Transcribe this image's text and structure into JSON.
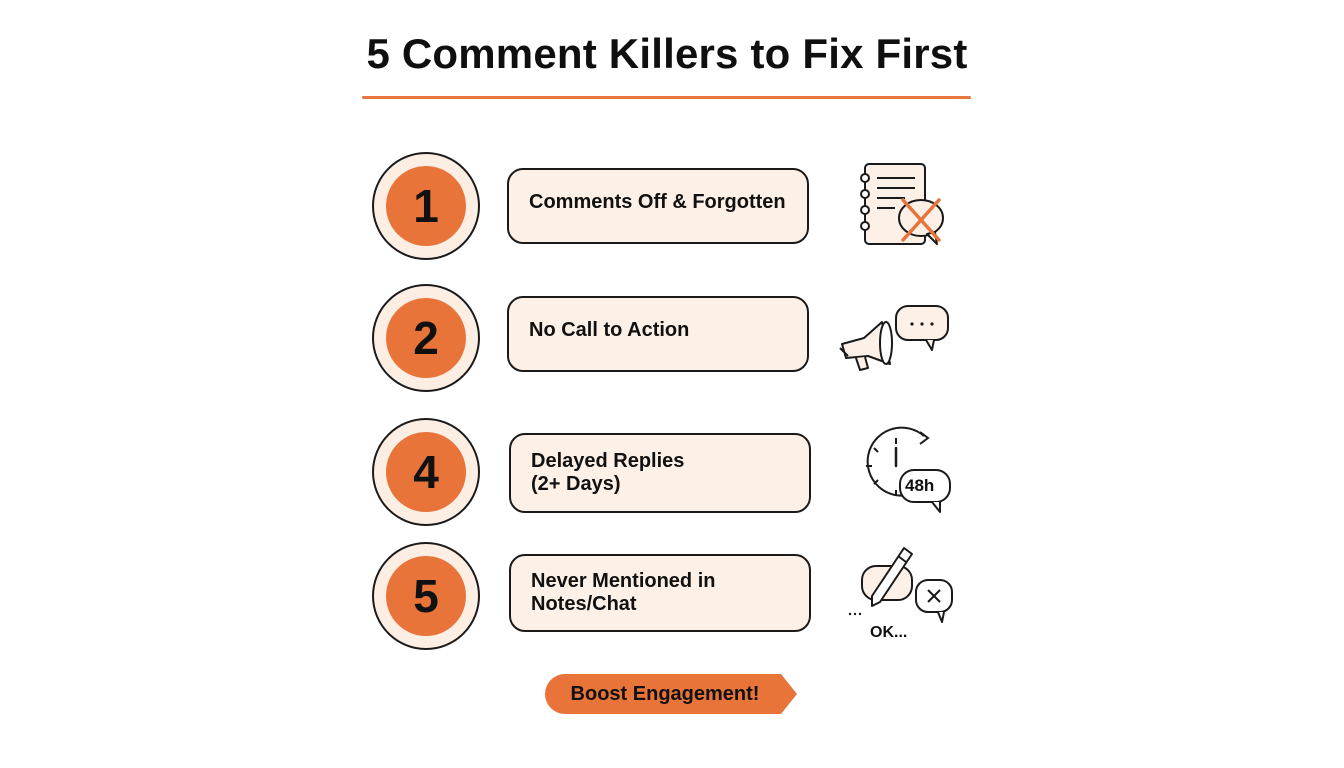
{
  "title": "5 Comment Killers to Fix First",
  "items": [
    {
      "number": "1",
      "label": "Comments Off & Forgotten",
      "icon": "notebook-with-crossed-chat-icon"
    },
    {
      "number": "2",
      "label": "No Call to Action",
      "icon": "megaphone-with-chat-icon"
    },
    {
      "number": "4",
      "label_line1": "Delayed Replies",
      "label_line2": "(2+ Days)",
      "icon": "clock-48h-icon",
      "icon_text": "48h"
    },
    {
      "number": "5",
      "label_line1": "Never Mentioned in",
      "label_line2": "Notes/Chat",
      "icon": "pen-with-chat-bubbles-icon",
      "icon_text": "OK..."
    }
  ],
  "cta": {
    "label": "Boost Engagement!"
  },
  "colors": {
    "accent": "#e8743a",
    "card_bg": "#fdf0e6",
    "outline": "#1a1a1a"
  }
}
